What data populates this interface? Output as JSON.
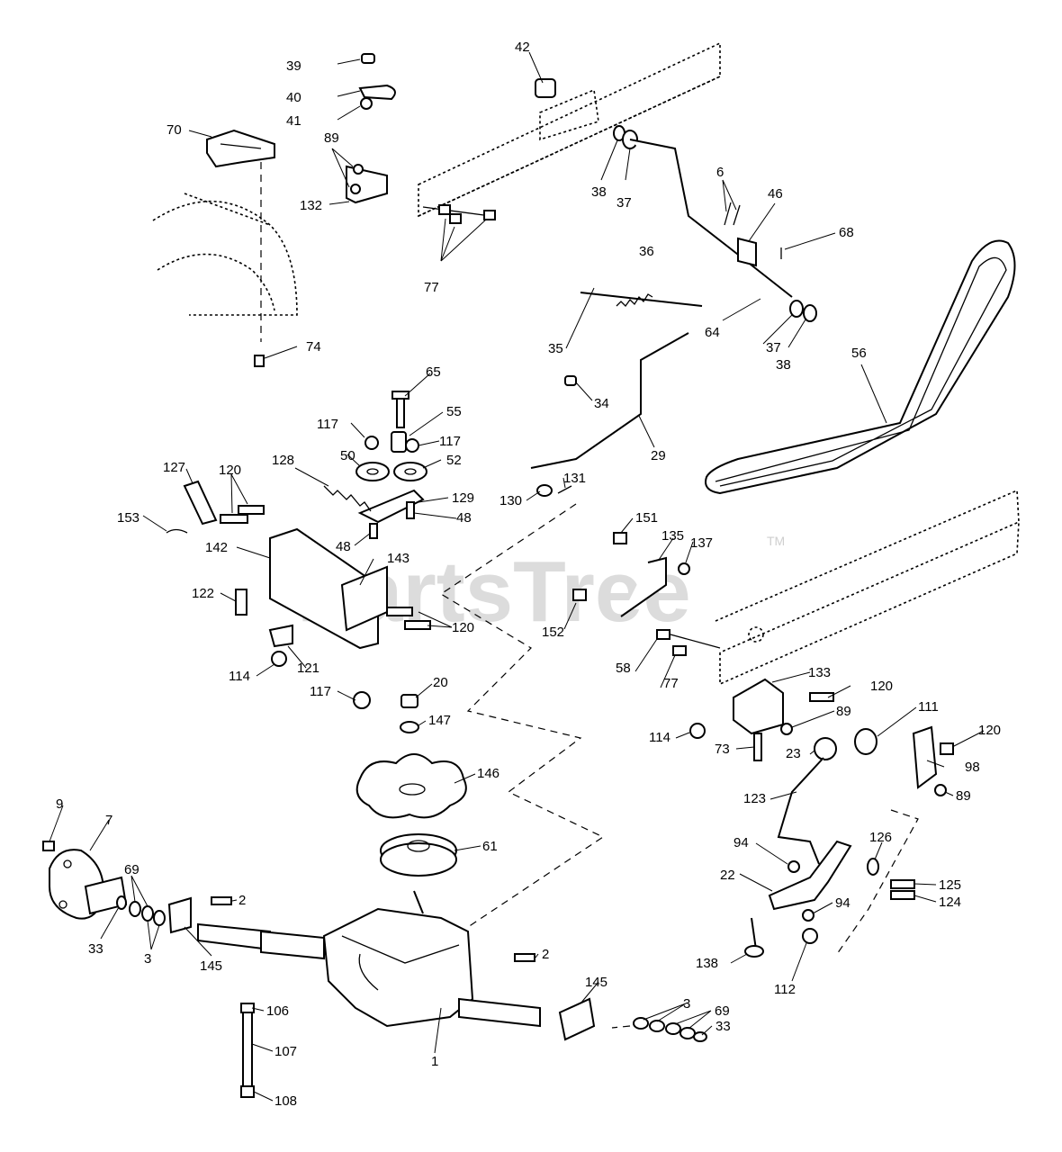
{
  "watermark": {
    "text": "PartsTree",
    "trademark": "TM"
  },
  "callouts": {
    "n39": "39",
    "n40": "40",
    "n41": "41",
    "n42": "42",
    "n70": "70",
    "n89a": "89",
    "n132": "132",
    "n77a": "77",
    "n38a": "38",
    "n37a": "37",
    "n6": "6",
    "n46": "46",
    "n68": "68",
    "n36": "36",
    "n64": "64",
    "n37b": "37",
    "n38b": "38",
    "n56": "56",
    "n74": "74",
    "n35": "35",
    "n34": "34",
    "n29": "29",
    "n65": "65",
    "n117a": "117",
    "n55": "55",
    "n117b": "117",
    "n50": "50",
    "n52": "52",
    "n128": "128",
    "n127": "127",
    "n120a": "120",
    "n129": "129",
    "n153": "153",
    "n48a": "48",
    "n48b": "48",
    "n142": "142",
    "n143": "143",
    "n122": "122",
    "n120b": "120",
    "n114a": "114",
    "n121": "121",
    "n117c": "117",
    "n130": "130",
    "n131": "131",
    "n151": "151",
    "n135": "135",
    "n137": "137",
    "n152": "152",
    "n58": "58",
    "n77b": "77",
    "n133": "133",
    "n120c": "120",
    "n111": "111",
    "n120d": "120",
    "n89b": "89",
    "n114b": "114",
    "n73": "73",
    "n23": "23",
    "n98": "98",
    "n89c": "89",
    "n20": "20",
    "n147": "147",
    "n146": "146",
    "n123": "123",
    "n9": "9",
    "n7": "7",
    "n61": "61",
    "n94a": "94",
    "n126": "126",
    "n69a": "69",
    "n22": "22",
    "n125": "125",
    "n2a": "2",
    "n124": "124",
    "n94b": "94",
    "n33a": "33",
    "n3a": "3",
    "n145a": "145",
    "n138": "138",
    "n112": "112",
    "n2b": "2",
    "n145b": "145",
    "n3b": "3",
    "n69b": "69",
    "n106": "106",
    "n33b": "33",
    "n107": "107",
    "n1": "1",
    "n108": "108"
  }
}
